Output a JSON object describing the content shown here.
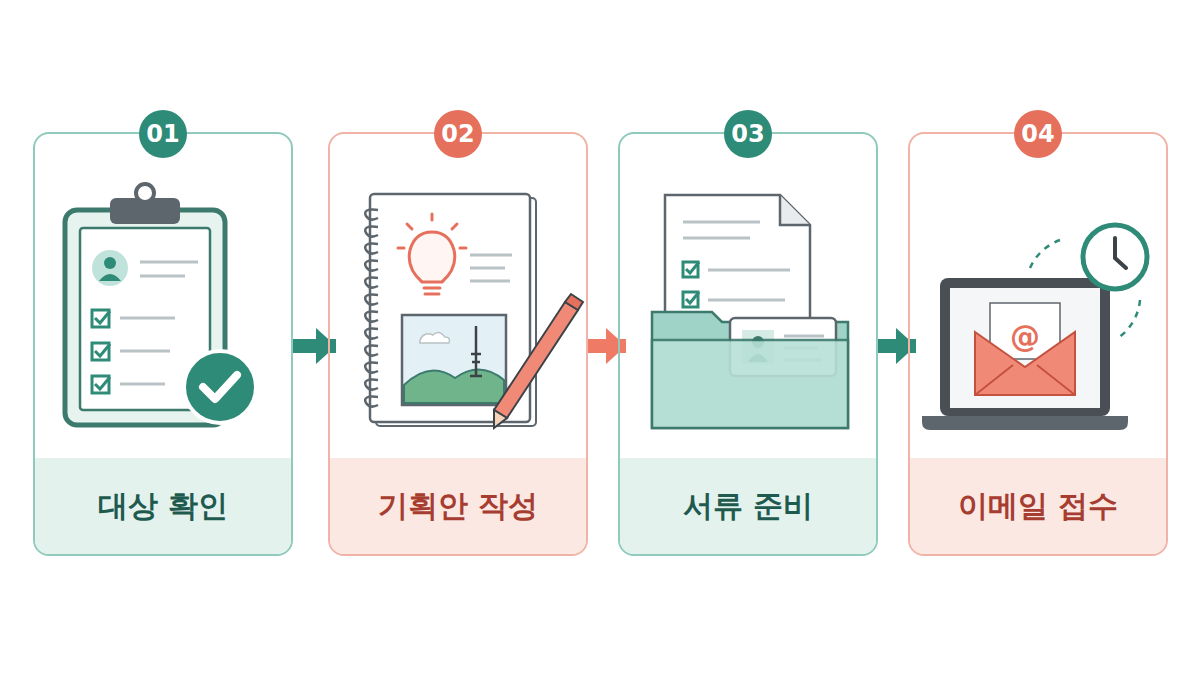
{
  "diagram": {
    "nodes": [
      {
        "text": [
          "01",
          "대상 확인"
        ]
      },
      {
        "text": [
          "02",
          "기획안 작성"
        ]
      },
      {
        "text": [
          "03",
          "서류 준비"
        ]
      },
      {
        "text": [
          "04",
          "이메일 접수"
        ]
      }
    ],
    "edges": [
      {
        "from": 0,
        "to": 1,
        "arrow": "to"
      },
      {
        "from": 1,
        "to": 2,
        "arrow": "to"
      },
      {
        "from": 2,
        "to": 3,
        "arrow": "to"
      }
    ],
    "labels": [
      "@"
    ]
  }
}
